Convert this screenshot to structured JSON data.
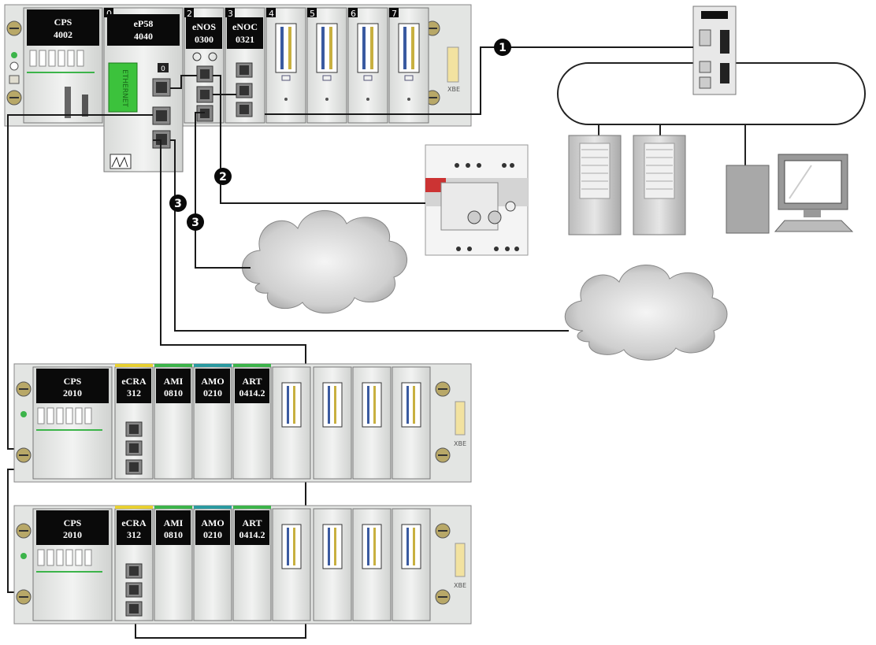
{
  "top_rack": {
    "modules": [
      {
        "slot": "",
        "line1": "CPS",
        "line2": "4002"
      },
      {
        "slot": "0",
        "line1": "eP58",
        "line2": "4040"
      },
      {
        "slot": "2",
        "line1": "eNOS",
        "line2": "0300"
      },
      {
        "slot": "3",
        "line1": "eNOC",
        "line2": "0321"
      },
      {
        "slot": "4"
      },
      {
        "slot": "5"
      },
      {
        "slot": "6"
      },
      {
        "slot": "7"
      }
    ],
    "cpu_port_label": "0",
    "xbe_label": "XBE",
    "cpu_brand": "ETHERNET"
  },
  "drop_1": {
    "modules": [
      {
        "line1": "CPS",
        "line2": "2010"
      },
      {
        "line1": "eCRA",
        "line2": "312"
      },
      {
        "line1": "AMI",
        "line2": "0810"
      },
      {
        "line1": "AMO",
        "line2": "0210"
      },
      {
        "line1": "ART",
        "line2": "0414.2"
      }
    ],
    "xbe_label": "XBE"
  },
  "drop_2": {
    "modules": [
      {
        "line1": "CPS",
        "line2": "2010"
      },
      {
        "line1": "eCRA",
        "line2": "312"
      },
      {
        "line1": "AMI",
        "line2": "0810"
      },
      {
        "line1": "AMO",
        "line2": "0210"
      },
      {
        "line1": "ART",
        "line2": "0414.2"
      }
    ],
    "xbe_label": "XBE"
  },
  "callouts": [
    "1",
    "2",
    "3",
    "3"
  ],
  "colors": {
    "module_gray": "#e8eae8",
    "module_dark": "#0a0a0a",
    "green_led": "#3cb44a",
    "cloud_gray": "#c9c9c9",
    "cable": "#1a1a1a"
  }
}
